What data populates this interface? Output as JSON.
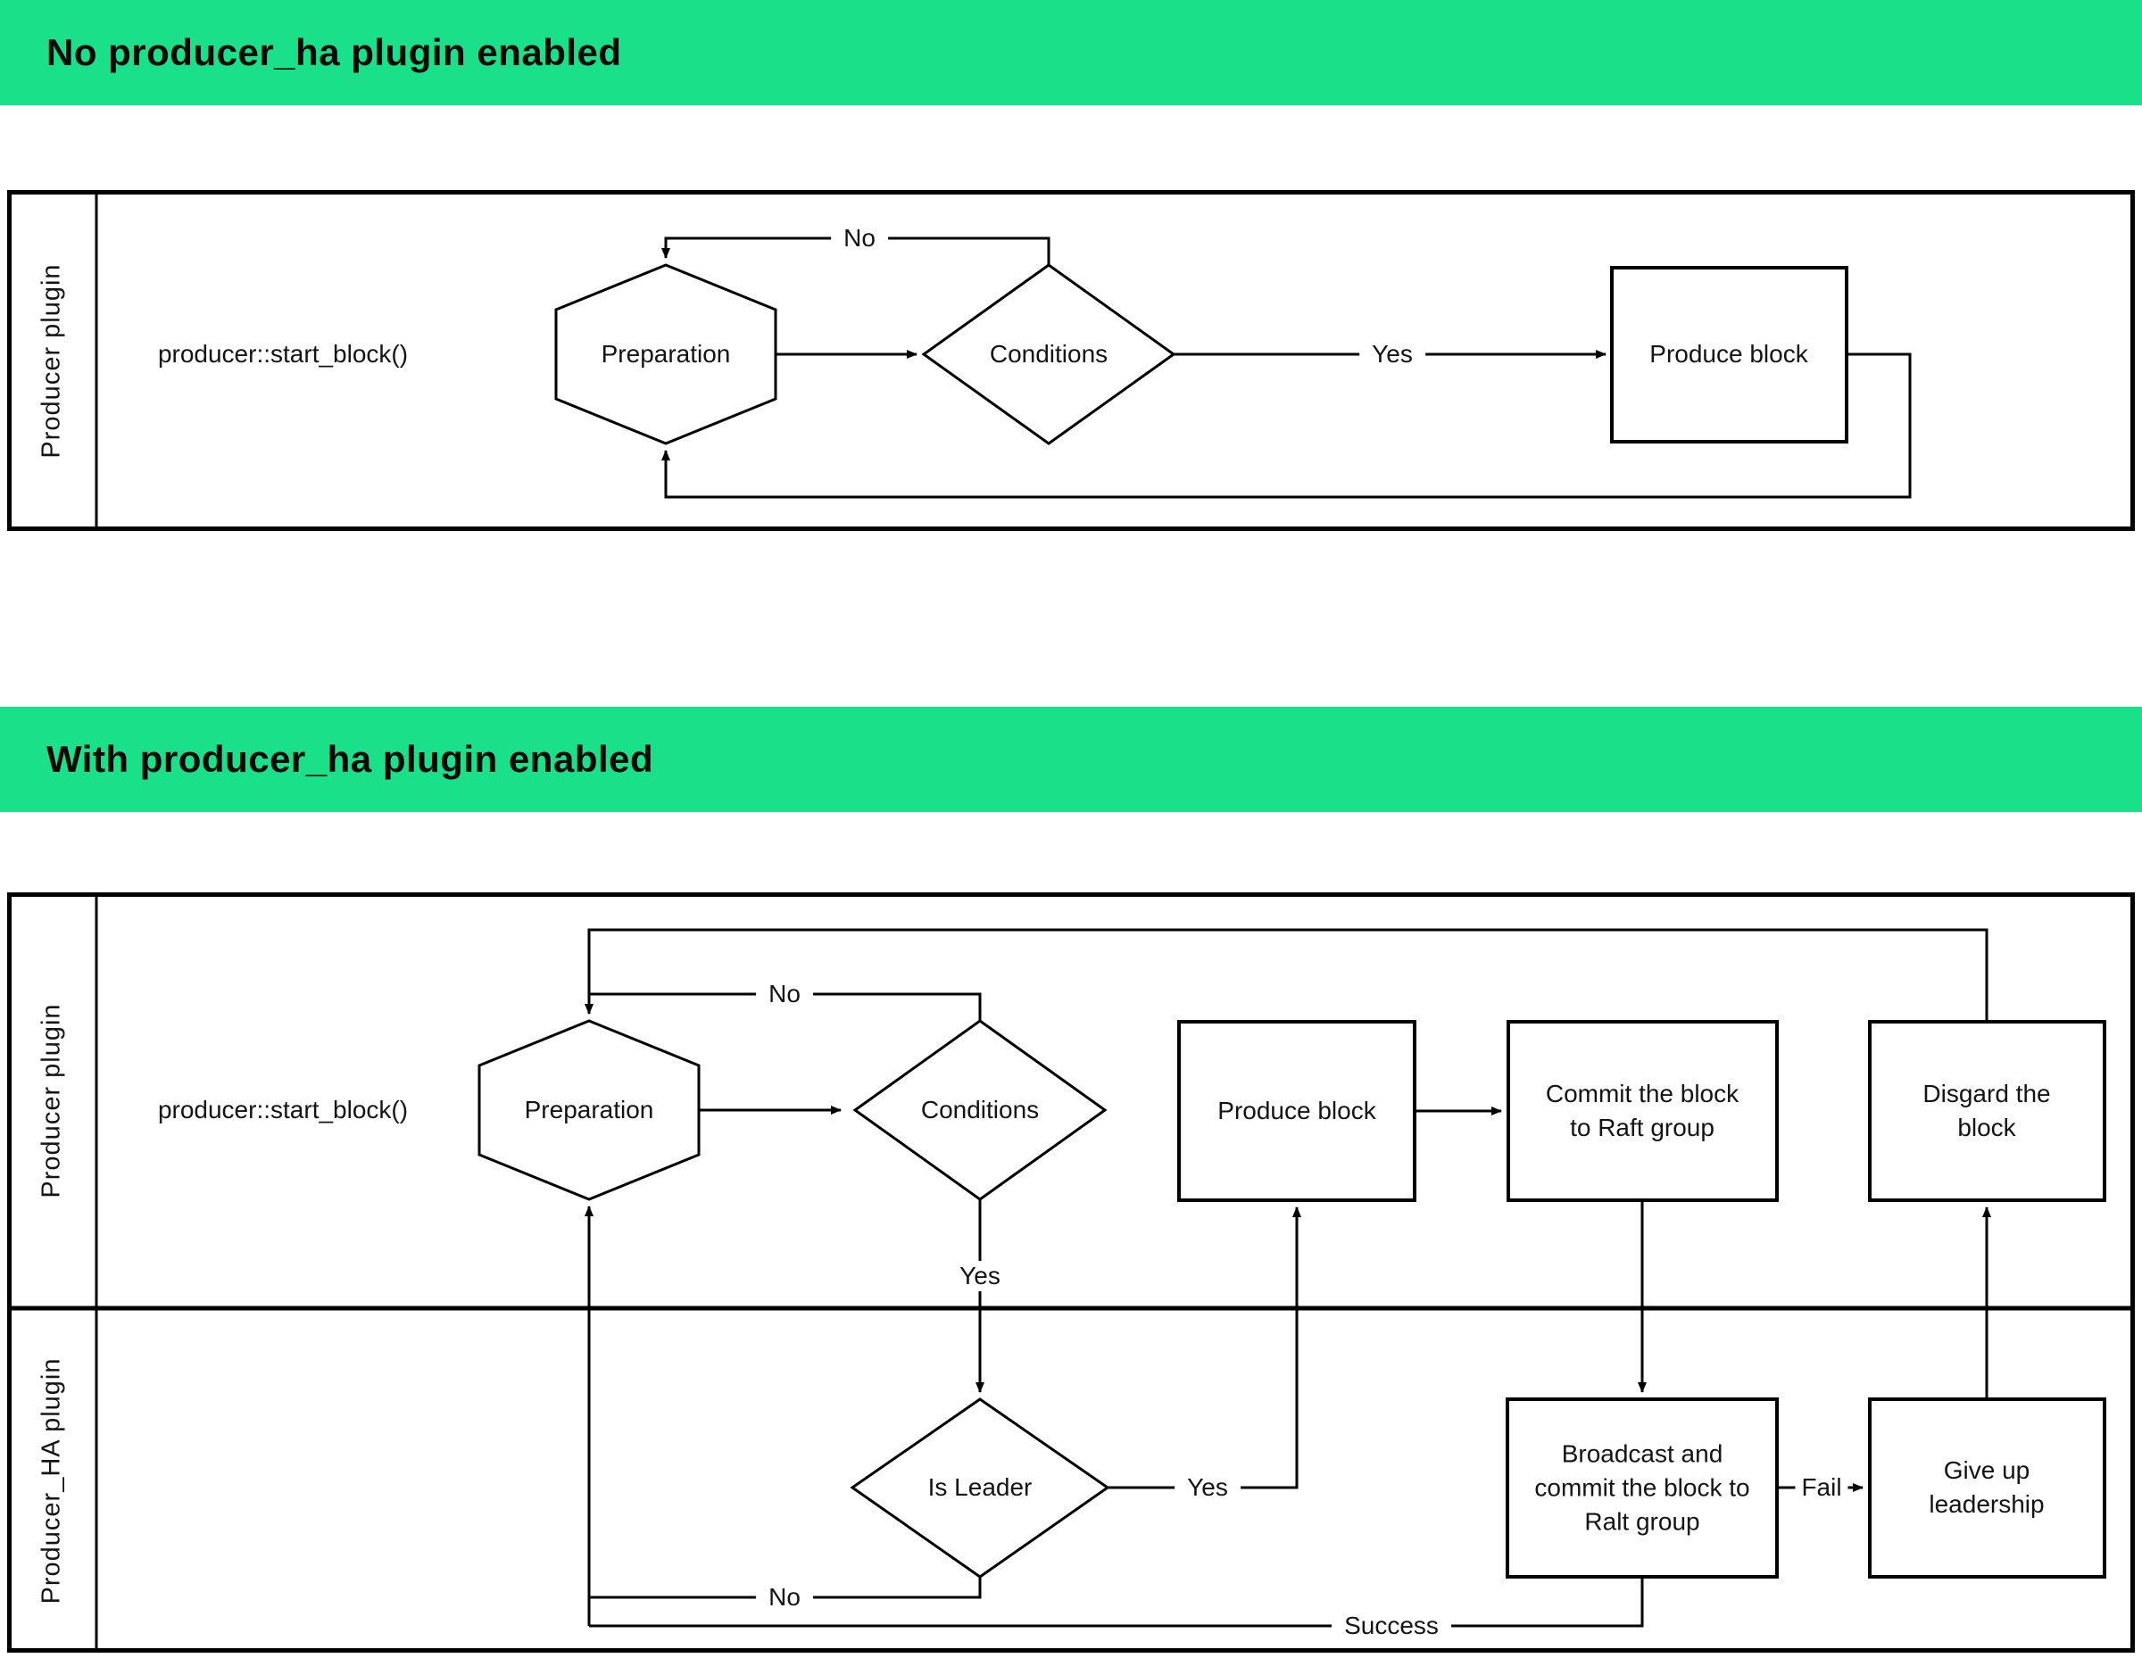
{
  "colors": {
    "banner_green": "#19e089",
    "line_black": "#000000",
    "background": "#ffffff"
  },
  "sections": [
    {
      "title": "No producer_ha plugin enabled",
      "caption": "producer::start_block()",
      "lanes": [
        "Producer plugin"
      ],
      "nodes": {
        "preparation": "Preparation",
        "conditions": "Conditions",
        "produce_block": "Produce block"
      },
      "edges": {
        "no": "No",
        "yes": "Yes"
      }
    },
    {
      "title": "With producer_ha plugin enabled",
      "caption": "producer::start_block()",
      "lanes": [
        "Producer plugin",
        "Producer_HA plugin"
      ],
      "nodes": {
        "preparation": "Preparation",
        "conditions": "Conditions",
        "produce_block": "Produce block",
        "commit_block": "Commit the block to Raft group",
        "disgard_block": "Disgard the block",
        "is_leader": "Is Leader",
        "broadcast_commit": "Broadcast and commit the block to Ralt group",
        "give_up": "Give up leadership"
      },
      "edges": {
        "no_top": "No",
        "yes_down": "Yes",
        "yes_right": "Yes",
        "no_bottom": "No",
        "success": "Success",
        "fail": "Fail"
      }
    }
  ]
}
